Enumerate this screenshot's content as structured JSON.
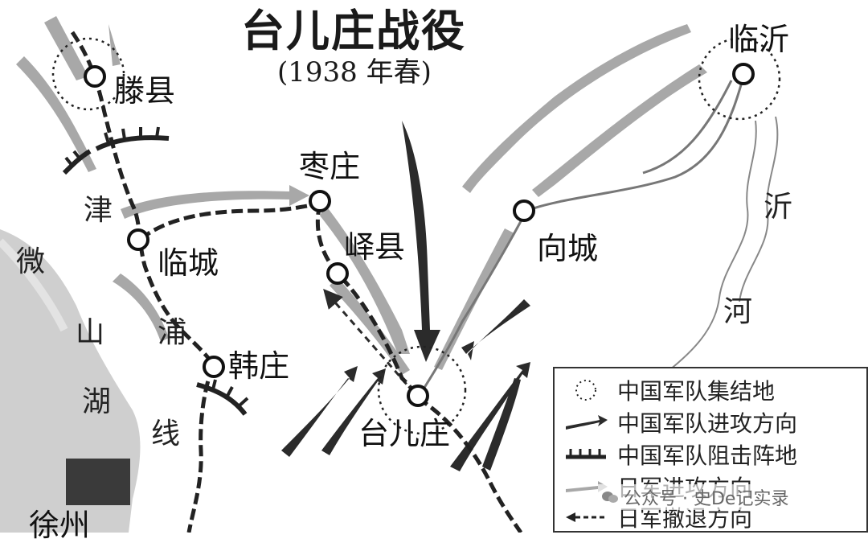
{
  "title": "台儿庄战役",
  "subtitle": "(1938 年春)",
  "places": {
    "tengxian": "滕县",
    "linyi": "临沂",
    "zaozhuang": "枣庄",
    "yixian": "峄县",
    "xiangcheng": "向城",
    "lincheng": "临城",
    "hanzhuang": "韩庄",
    "taierzhuang": "台儿庄",
    "xuzhou": "徐州"
  },
  "features": {
    "railway": [
      "津",
      "浦",
      "线"
    ],
    "lake": [
      "微",
      "山",
      "湖"
    ],
    "river": [
      "沂",
      "河"
    ]
  },
  "legend": {
    "items": [
      {
        "label": "中国军队集结地",
        "symbol": "dotted-circle-icon"
      },
      {
        "label": "中国军队进攻方向",
        "symbol": "dark-arrow-icon"
      },
      {
        "label": "中国军队阻击阵地",
        "symbol": "defense-line-icon"
      },
      {
        "label": "日军进攻方向",
        "symbol": "gray-arrow-icon"
      },
      {
        "label": "日军撤退方向",
        "symbol": "dashed-arrow-icon"
      }
    ]
  },
  "watermark": "公众号 · 史De记实录",
  "colors": {
    "chinese_army": "#2b2b2b",
    "japanese_army": "#a8a8a8",
    "lake": "#cfcfcf",
    "rail": "#222222"
  }
}
